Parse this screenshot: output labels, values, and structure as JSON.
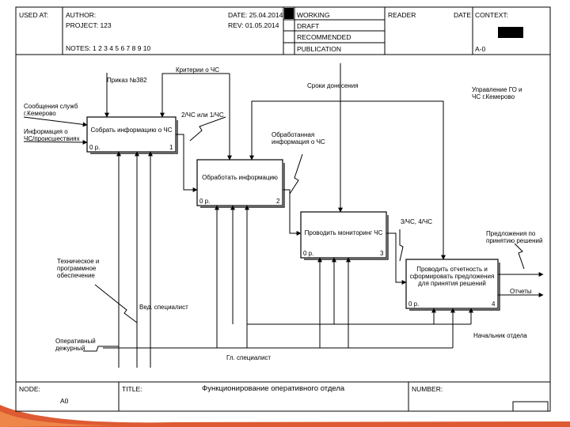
{
  "header": {
    "used_at": "USED AT:",
    "author": "AUTHOR:",
    "project": "PROJECT:  123",
    "notes": "NOTES:  1  2  3  4  5  6  7  8  9  10",
    "date": "DATE:  25.04.2014",
    "rev": "REV:    01.05.2014",
    "working": "WORKING",
    "draft": "DRAFT",
    "recommended": "RECOMMENDED",
    "publication": "PUBLICATION",
    "reader": "READER",
    "reader_date": "DATE",
    "context": "CONTEXT:",
    "context_node": "A-0"
  },
  "boxes": [
    {
      "title": "Собрать информацию о ЧС",
      "cost": "0 р.",
      "number": "1"
    },
    {
      "title": "Обработать информацию",
      "cost": "0 р.",
      "number": "2"
    },
    {
      "title": "Проводить мониторинг ЧС",
      "cost": "0 р.",
      "number": "3"
    },
    {
      "title": "Проводить отчетность и\nсформировать предложения\nдля принятия решений",
      "cost": "0 р.",
      "number": "4"
    }
  ],
  "labels": {
    "order": "Приказ №382",
    "criteria": "Критерии о ЧС",
    "deadlines": "Сроки донесения",
    "management": "Управление ГО и\nЧС г.Кемерово",
    "messages": "Сообщения служб\nг.Кемерово",
    "info_input": "Информация о\nЧС/происшествиях",
    "chs_levels": "2/ЧС или 1/ЧС",
    "processed": "Обработанная\nинформация о ЧС",
    "chs_34": "3/ЧС, 4/ЧС",
    "proposals": "Предложения по\nпринятию решений",
    "reports": "Отчеты",
    "tech": "Техническое и\nпрограммное\nобеспечение",
    "lead_spec": "Вед. специалист",
    "duty": "Оперативный\nдежурный",
    "chief_spec": "Гл. специалист",
    "dept_head": "Начальник отдела"
  },
  "footer": {
    "node": "NODE:",
    "node_value": "A0",
    "title_label": "TITLE:",
    "title_value": "Функционирование оперативного отдела",
    "number": "NUMBER:"
  },
  "colors": {
    "accent": "#d9481c",
    "accent_light": "#f08a4b",
    "line": "#000000"
  }
}
